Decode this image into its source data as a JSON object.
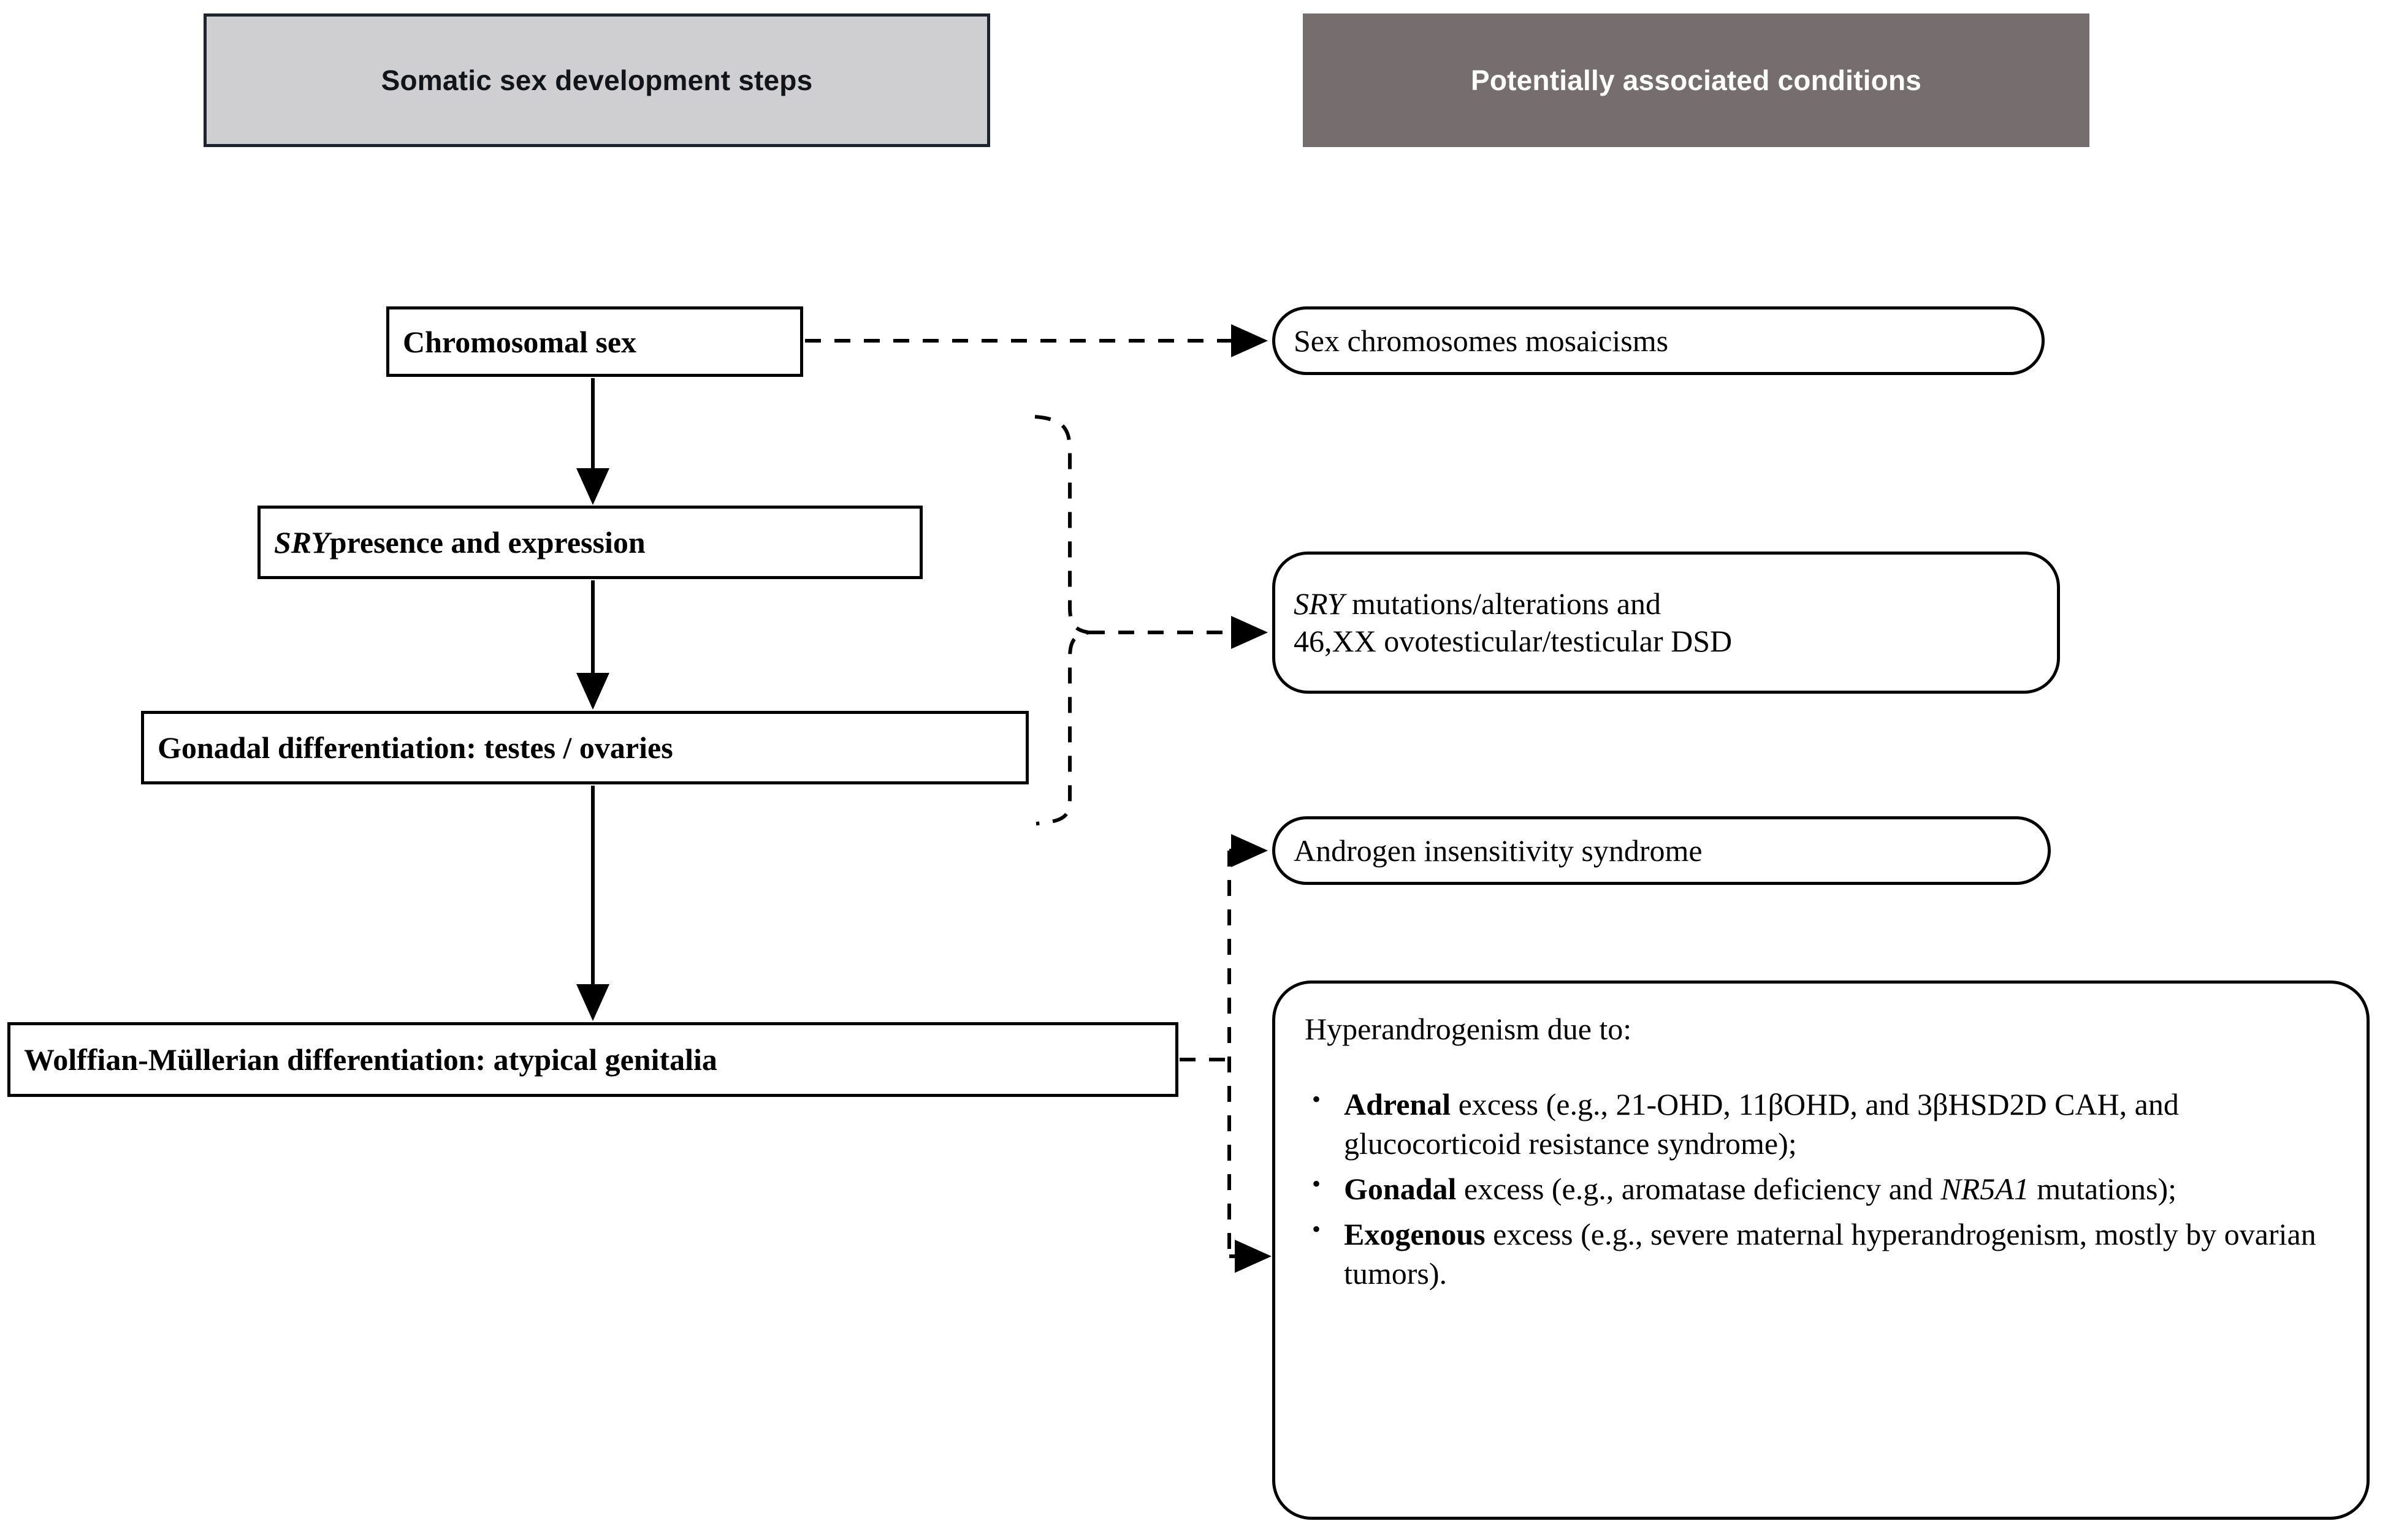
{
  "headers": {
    "left": "Somatic sex development steps",
    "right": "Potentially associated conditions",
    "left_bg": "#cfcfd1",
    "left_border": "#1d2430",
    "right_bg": "#766e6e",
    "right_text": "#ffffff"
  },
  "steps": [
    {
      "id": "chromosomal",
      "label": "Chromosomal sex",
      "italic_prefix": ""
    },
    {
      "id": "sry",
      "italic_prefix": "SRY",
      "label": " presence and expression"
    },
    {
      "id": "gonadal",
      "label": "Gonadal differentiation: testes / ovaries",
      "italic_prefix": ""
    },
    {
      "id": "wolffian",
      "label": "Wolffian-Müllerian differentiation: atypical genitalia",
      "italic_prefix": ""
    }
  ],
  "conditions": {
    "mosaicism": "Sex chromosomes mosaicisms",
    "sry": {
      "line1_italic": "SRY",
      "line1_rest": " mutations/alterations and",
      "line2": "46,XX ovotesticular/testicular DSD"
    },
    "ais": "Androgen insensitivity syndrome",
    "hyperandrogenism": {
      "lead": "Hyperandrogenism due to:",
      "bullets": [
        {
          "bold": "Adrenal",
          "text": " excess (e.g., 21-OHD, 11βOHD, and 3βHSD2D CAH, and glucocorticoid resistance syndrome);"
        },
        {
          "bold": "Gonadal",
          "text_pre": " excess (e.g., aromatase deficiency and ",
          "italic": "NR5A1",
          "text_post": " mutations);"
        },
        {
          "bold": "Exogenous",
          "text": " excess (e.g., severe maternal hyperandrogenism, mostly by ovarian tumors)."
        }
      ]
    }
  },
  "connectors": {
    "solid_arrows": [
      "chromosomal-to-sry",
      "sry-to-gonadal",
      "gonadal-to-wolffian"
    ],
    "dashed_arrows": [
      "chromosomal-to-mosaicism",
      "brace-to-sry-conditions",
      "wolffian-to-ais",
      "wolffian-to-hyperandrogenism"
    ]
  }
}
